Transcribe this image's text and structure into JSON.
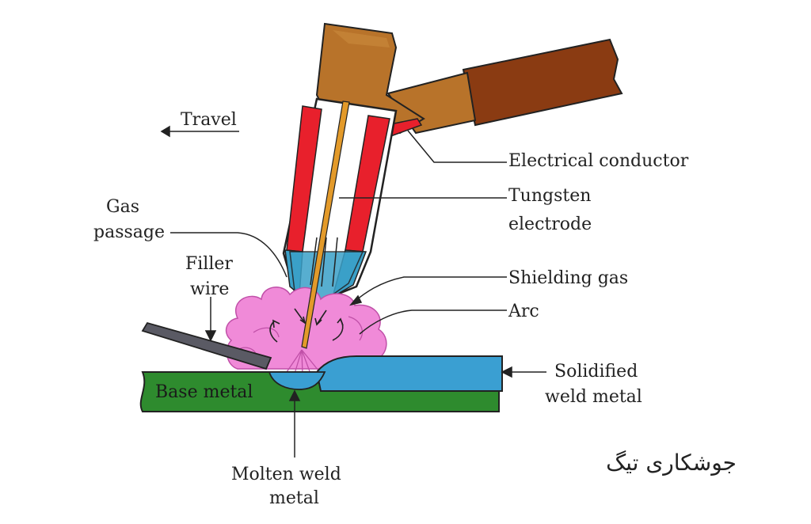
{
  "labels": {
    "travel": "Travel",
    "electrical_conductor": "Electrical  conductor",
    "tungsten_line1": "Tungsten",
    "tungsten_line2": "electrode",
    "gas_line1": "Gas",
    "gas_line2": "passage",
    "filler_line1": "Filler",
    "filler_line2": "wire",
    "shielding_gas": "Shielding  gas",
    "arc": "Arc",
    "solidified_line1": "Solidified",
    "solidified_line2": "weld  metal",
    "base_metal": "Base  metal",
    "molten_line1": "Molten  weld",
    "molten_line2": "metal"
  },
  "caption": "جوشکاری تیگ",
  "colors": {
    "torch_brown": "#b8732a",
    "cable": "#8a3b12",
    "red_parts": "#e8202c",
    "gas_blue": "#3aa0c8",
    "electrode": "#e39a2a",
    "plasma_pink": "#f08ad8",
    "base_metal": "#2e8b2e",
    "weld_metal": "#3a9fd2",
    "filler_wire": "#5a5a64"
  }
}
